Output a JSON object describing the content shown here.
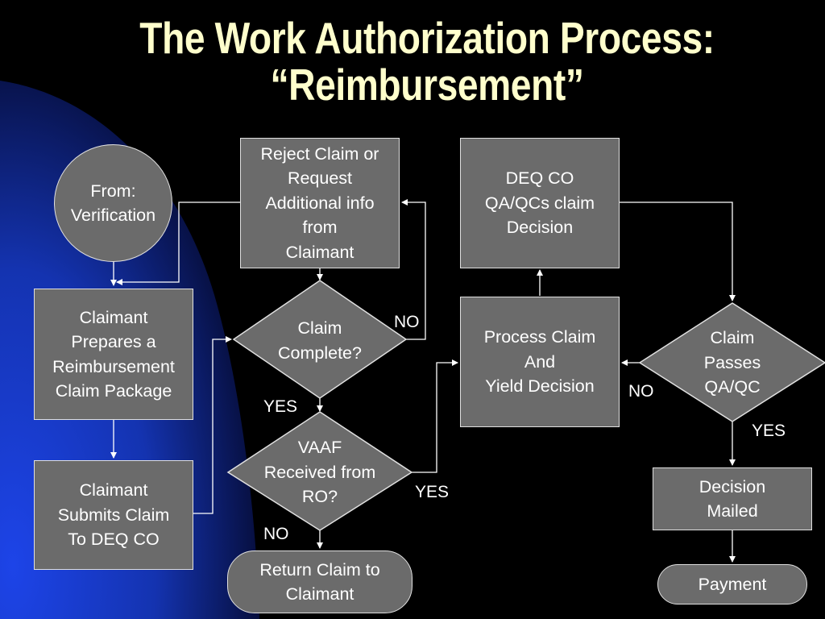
{
  "title": {
    "line1": "The Work Authorization Process:",
    "line2": "“Reimbursement”"
  },
  "nodes": {
    "from_verification": "From:\nVerification",
    "prepare_package": "Claimant\nPrepares a\nReimbursement\nClaim Package",
    "submit_claim": "Claimant\nSubmits Claim\nTo DEQ CO",
    "reject_claim": "Reject Claim or\nRequest\nAdditional info\nfrom\nClaimant",
    "claim_complete": "Claim\nComplete?",
    "vaaf_received": "VAAF\nReceived from\nRO?",
    "return_claim": "Return Claim to\nClaimant",
    "process_claim": "Process Claim\nAnd\nYield Decision",
    "deq_qa": "DEQ CO\nQA/QCs claim\nDecision",
    "passes_qa": "Claim\nPasses\nQA/QC",
    "decision_mailed": "Decision\nMailed",
    "payment": "Payment"
  },
  "edge_labels": {
    "complete_no": "NO",
    "complete_yes": "YES",
    "vaaf_yes": "YES",
    "vaaf_no": "NO",
    "qa_no": "NO",
    "qa_yes": "YES"
  },
  "colors": {
    "background": "#000000",
    "accent_blue": "#1a3fd6",
    "title": "#ffffcc",
    "node_fill": "#6b6b6b",
    "node_border": "#e0e0e0"
  }
}
